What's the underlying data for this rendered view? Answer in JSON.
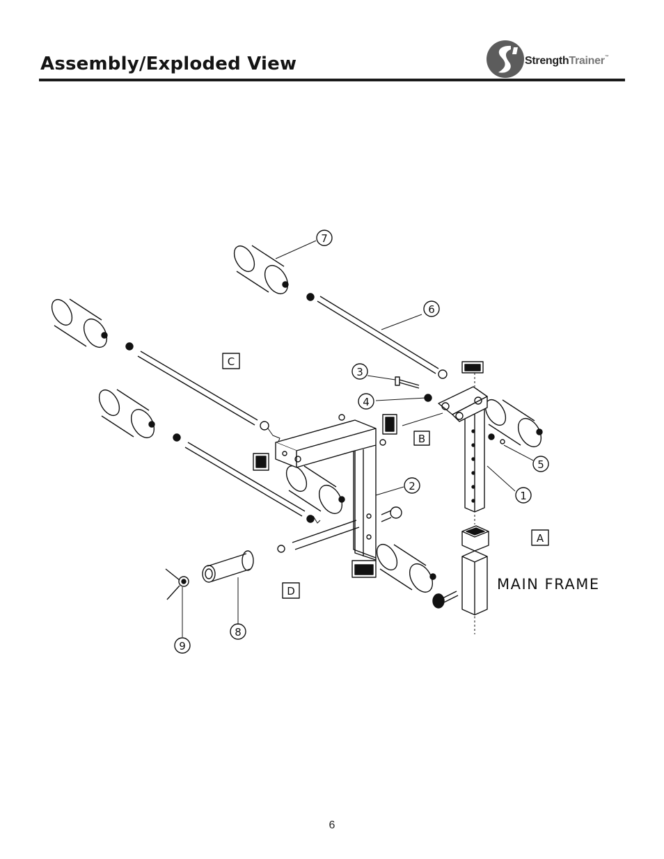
{
  "header": {
    "title": "Assembly/Exploded View",
    "logo": {
      "icon": "strength-trainer-s-logo-icon",
      "name_part1": "Strength",
      "name_part2": "Trainer",
      "trademark": "™"
    }
  },
  "diagram": {
    "callouts": [
      "1",
      "2",
      "3",
      "4",
      "5",
      "6",
      "7",
      "8",
      "9"
    ],
    "section_labels": [
      "A",
      "B",
      "C",
      "D"
    ],
    "main_frame_label": "MAIN FRAME"
  },
  "footer": {
    "page_number": "6"
  }
}
